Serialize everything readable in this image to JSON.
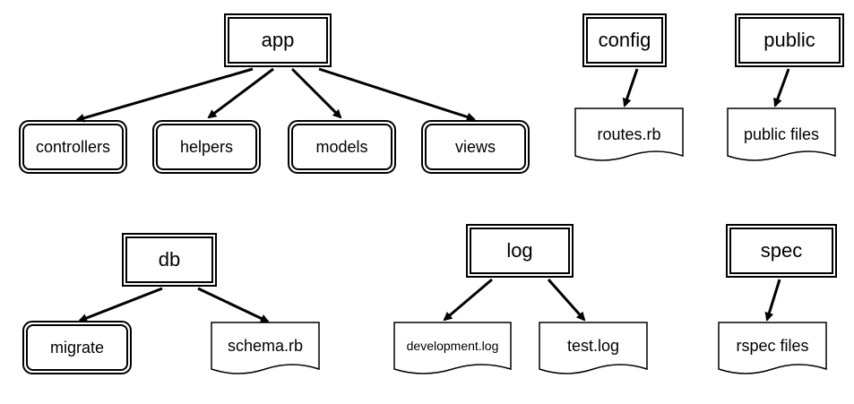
{
  "diagram": {
    "groups": [
      {
        "root": "app",
        "children": [
          "controllers",
          "helpers",
          "models",
          "views"
        ]
      },
      {
        "root": "config",
        "children": [
          "routes.rb"
        ]
      },
      {
        "root": "public",
        "children": [
          "public files"
        ]
      },
      {
        "root": "db",
        "children": [
          "migrate",
          "schema.rb"
        ]
      },
      {
        "root": "log",
        "children": [
          "development.log",
          "test.log"
        ]
      },
      {
        "root": "spec",
        "children": [
          "rspec files"
        ]
      }
    ],
    "node_kinds": {
      "folder": "double-border rounded box",
      "file": "document shape with wavy bottom",
      "root": "double-border square box"
    },
    "colors": {
      "stroke": "#000000",
      "background": "#ffffff"
    }
  }
}
